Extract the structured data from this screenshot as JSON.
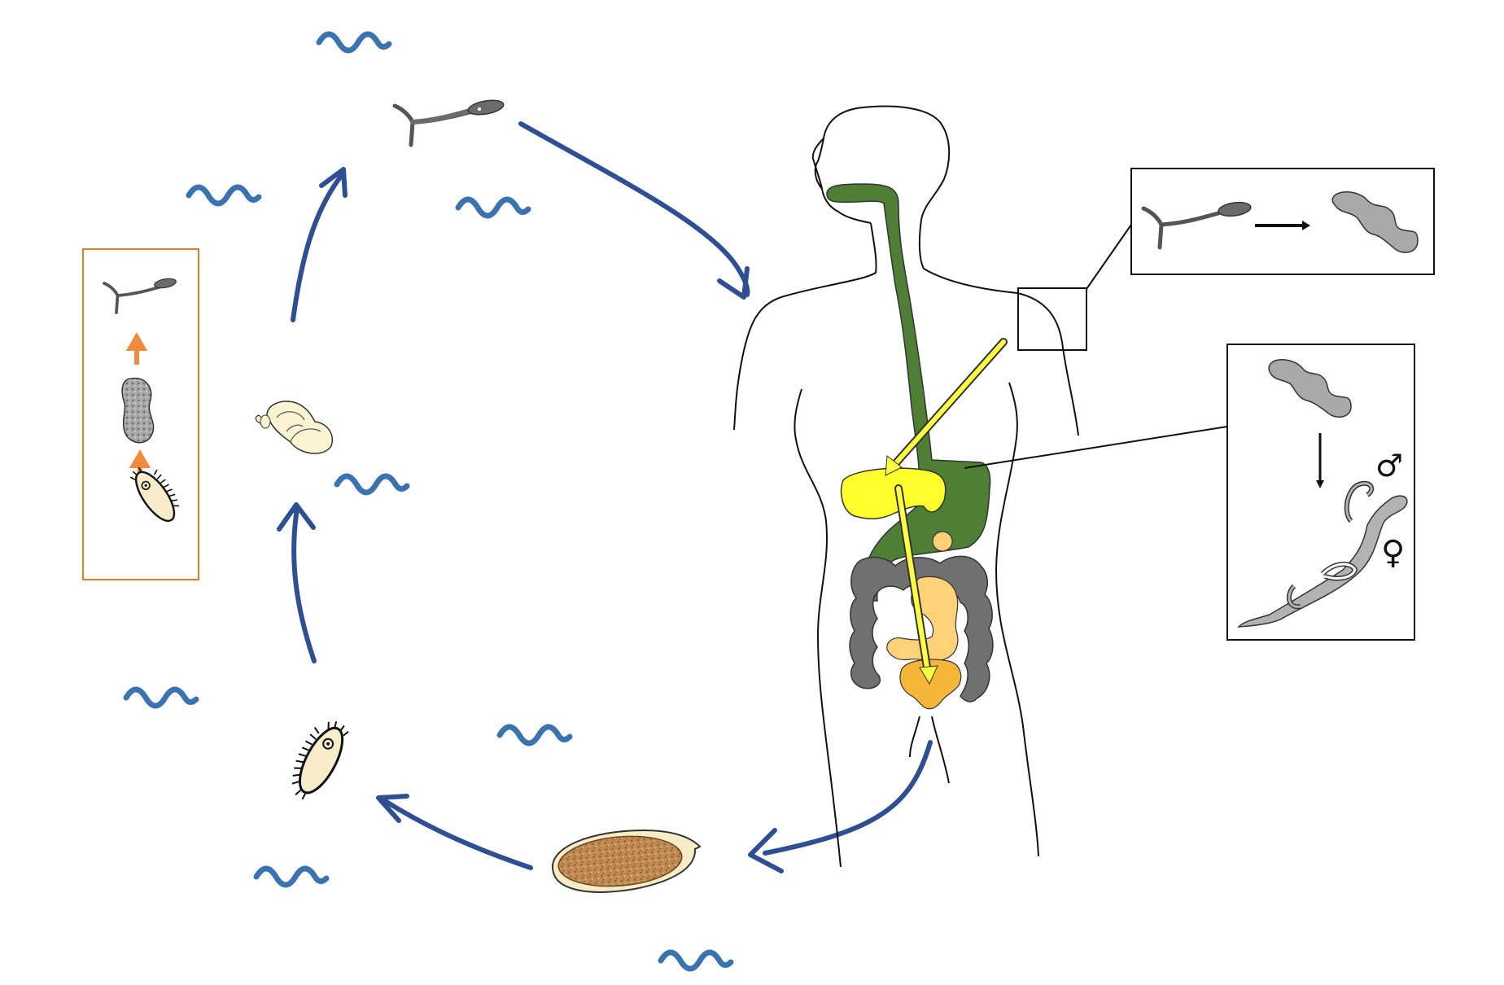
{
  "diagram": {
    "colors": {
      "cycle_arrow": "#2F4F93",
      "water": "#3A73B0",
      "inset_frame": "#E87A2E",
      "inset_arrow": "#F08A3C",
      "esophagus": "#4E7F35",
      "liver": "#FFFF2E",
      "small_intestine": "#FFD27A",
      "large_intestine": "#707070",
      "bladder": "#F5B63A",
      "migration_arrow": "#FFFF44",
      "egg_fill": "#C08A55",
      "egg_shell": "#F6EDC6",
      "miracidium": "#F8ECCB",
      "cercaria": "#6B6B6B",
      "schistosomulum": "#A9A9A9",
      "snail": "#FBF3D2"
    },
    "symbols": {
      "male": "♂",
      "female": "♀"
    },
    "stages": [
      {
        "id": "egg",
        "icon": "egg-icon"
      },
      {
        "id": "miracidium",
        "icon": "miracidium-icon"
      },
      {
        "id": "snail",
        "icon": "snail-icon"
      },
      {
        "id": "cercaria",
        "icon": "cercaria-icon"
      },
      {
        "id": "schistosomulum",
        "icon": "schistosomulum-icon"
      },
      {
        "id": "adult-worm-pair",
        "icon": "adult-worm-pair-icon"
      }
    ]
  }
}
